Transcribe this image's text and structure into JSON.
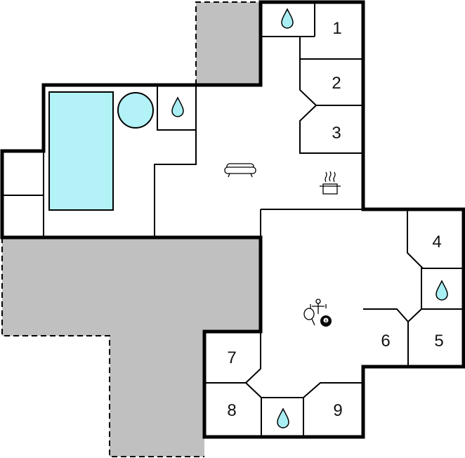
{
  "plan": {
    "colors": {
      "wall": "#000000",
      "terrace": "#c0c0c0",
      "pool": "#b3f2f6",
      "water_drop": "#a8eef3",
      "floor": "#ffffff"
    },
    "rooms": [
      {
        "id": "r1",
        "label": "1"
      },
      {
        "id": "r2",
        "label": "2"
      },
      {
        "id": "r3",
        "label": "3"
      },
      {
        "id": "r4",
        "label": "4"
      },
      {
        "id": "r5",
        "label": "5"
      },
      {
        "id": "r6",
        "label": "6"
      },
      {
        "id": "r7",
        "label": "7"
      },
      {
        "id": "r8",
        "label": "8"
      },
      {
        "id": "r9",
        "label": "9"
      }
    ],
    "icons": [
      {
        "id": "bathroom-top",
        "name": "water-drop-icon"
      },
      {
        "id": "bathroom-pool",
        "name": "water-drop-icon"
      },
      {
        "id": "bathroom-right",
        "name": "water-drop-icon"
      },
      {
        "id": "bathroom-bottom",
        "name": "water-drop-icon"
      },
      {
        "id": "sofa",
        "name": "sofa-icon"
      },
      {
        "id": "kitchen",
        "name": "cooking-pot-icon"
      },
      {
        "id": "games",
        "name": "games-room-icon"
      },
      {
        "id": "billiard-ball",
        "name": "billiard-8-ball-icon"
      }
    ]
  }
}
